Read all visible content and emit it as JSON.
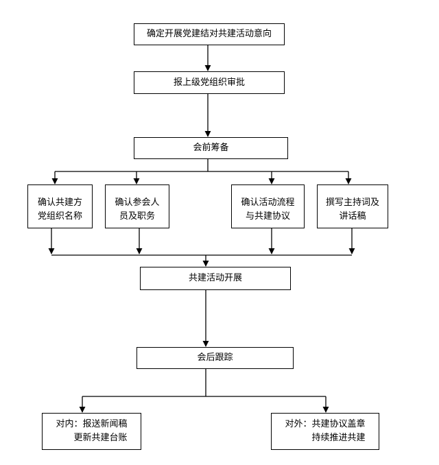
{
  "flowchart": {
    "step1": "确定开展党建结对共建活动意向",
    "step2": "报上级党组织审批",
    "step3": "会前筹备",
    "prep_tasks": [
      {
        "line1": "确认共建方",
        "line2": "党组织名称"
      },
      {
        "line1": "确认参会人",
        "line2": "员及职务"
      },
      {
        "line1": "确认活动流程",
        "line2": "与共建协议"
      },
      {
        "line1": "撰写主持词及",
        "line2": "讲话稿"
      }
    ],
    "step4": "共建活动开展",
    "step5": "会后跟踪",
    "outcomes": [
      {
        "line1": "对内：报送新闻稿",
        "line2": "更新共建台账"
      },
      {
        "line1": "对外：共建协议盖章",
        "line2": "持续推进共建"
      }
    ]
  },
  "colors": {
    "line": "#000000",
    "box_border": "#000000",
    "box_fill": "#ffffff"
  }
}
